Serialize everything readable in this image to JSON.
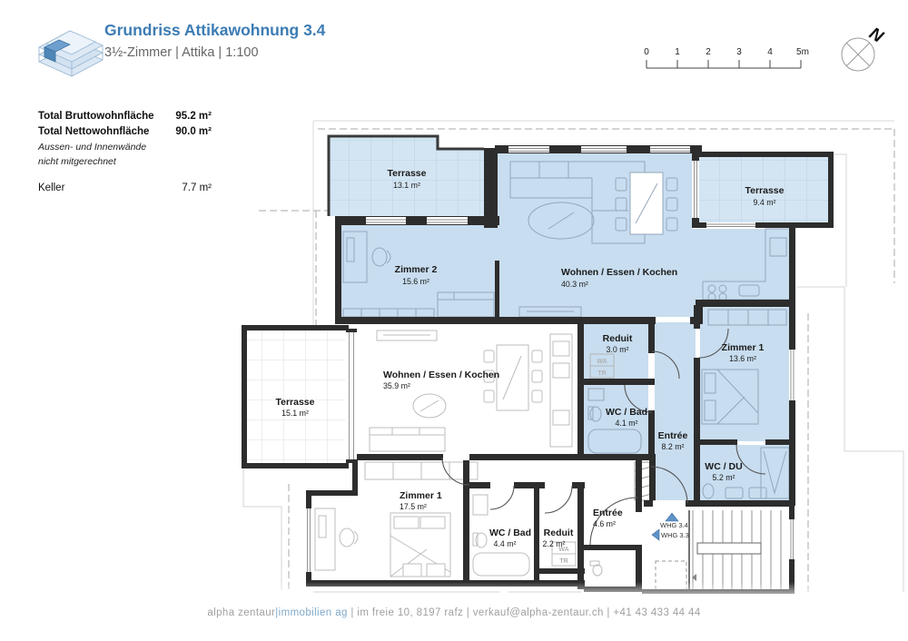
{
  "header": {
    "title": "Grundriss Attikawohnung 3.4",
    "subtitle": "3½-Zimmer | Attika | 1:100"
  },
  "scale_bar": {
    "ticks": [
      "0",
      "1",
      "2",
      "3",
      "4",
      "5m"
    ]
  },
  "compass": {
    "north_label": "N"
  },
  "summary": {
    "rows": [
      {
        "label": "Total Bruttowohnfläche",
        "value": "95.2 m²"
      },
      {
        "label": "Total Nettowohnfläche",
        "value": "90.0 m²"
      }
    ],
    "note_line1": "Aussen- und Innenwände",
    "note_line2": "nicht mitgerechnet",
    "keller": {
      "label": "Keller",
      "value": "7.7 m²"
    }
  },
  "plan": {
    "apartment_3_4": {
      "terrasse_top": {
        "name": "Terrasse",
        "area": "13.1 m²"
      },
      "terrasse_right": {
        "name": "Terrasse",
        "area": "9.4 m²"
      },
      "zimmer_2": {
        "name": "Zimmer 2",
        "area": "15.6 m²"
      },
      "wohnen": {
        "name": "Wohnen / Essen / Kochen",
        "area": "40.3 m²"
      },
      "reduit": {
        "name": "Reduit",
        "area": "3.0 m²"
      },
      "wc_bad": {
        "name": "WC / Bad",
        "area": "4.1 m²"
      },
      "entree": {
        "name": "Entrée",
        "area": "8.2 m²"
      },
      "zimmer_1": {
        "name": "Zimmer 1",
        "area": "13.6 m²"
      },
      "wc_du": {
        "name": "WC / DU",
        "area": "5.2 m²"
      }
    },
    "apartment_3_3": {
      "terrasse": {
        "name": "Terrasse",
        "area": "15.1 m²"
      },
      "wohnen": {
        "name": "Wohnen / Essen / Kochen",
        "area": "35.9 m²"
      },
      "zimmer_1": {
        "name": "Zimmer 1",
        "area": "17.5 m²"
      },
      "wc_bad": {
        "name": "WC / Bad",
        "area": "4.4 m²"
      },
      "reduit": {
        "name": "Reduit",
        "area": "2.2 m²"
      },
      "entree": {
        "name": "Entrée",
        "area": "4.6 m²"
      }
    },
    "appliance_labels": {
      "wa": "WA",
      "tr": "TR"
    },
    "unit_markers": {
      "whg_3_4": "WHG 3.4",
      "whg_3_3": "WHG 3.3"
    }
  },
  "footer": {
    "brand": "alpha zentaur",
    "brand_suffix": "|immobilien ag",
    "info": " | im freie 10, 8197 rafz | verkauf@alpha-zentaur.ch | +41 43 433 44 44"
  },
  "colors": {
    "accent_blue": "#3c7cb4",
    "room_fill": "#c8ddef",
    "terrace_fill": "#d3e5f3"
  }
}
